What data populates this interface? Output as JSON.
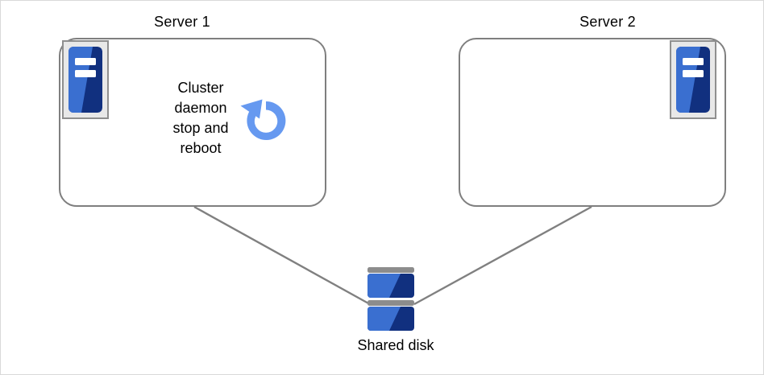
{
  "diagram": {
    "type": "cluster-failover-diagram",
    "background": "#ffffff",
    "frame_color": "#d9d9d9",
    "connector_color": "#808080",
    "nodes": {
      "server1": {
        "title": "Server 1",
        "icon_name": "server-icon",
        "body_text_lines": [
          "Cluster",
          "daemon",
          "stop and",
          "reboot"
        ],
        "body_text": "Cluster daemon stop and reboot",
        "status_icon_name": "reboot-refresh-icon",
        "status_icon_color": "#6699f0"
      },
      "server2": {
        "title": "Server 2",
        "icon_name": "server-icon",
        "body_text_lines": [],
        "body_text": ""
      },
      "shared_disk": {
        "label": "Shared disk",
        "icon_name": "shared-disk-icon",
        "platter_count": 2
      }
    },
    "connections": [
      {
        "from": "server1",
        "to": "shared_disk"
      },
      {
        "from": "server2",
        "to": "shared_disk"
      }
    ],
    "colors": {
      "server_box_border": "#7f7f7f",
      "icon_frame_bg": "#e8e8e8",
      "icon_frame_border": "#8f8f8f",
      "icon_blue_light": "#3a6fd0",
      "icon_blue_dark": "#11307f",
      "icon_bar_white": "#ffffff",
      "disk_bar_gray": "#8c8c8c",
      "refresh_blue": "#6699f0"
    }
  }
}
